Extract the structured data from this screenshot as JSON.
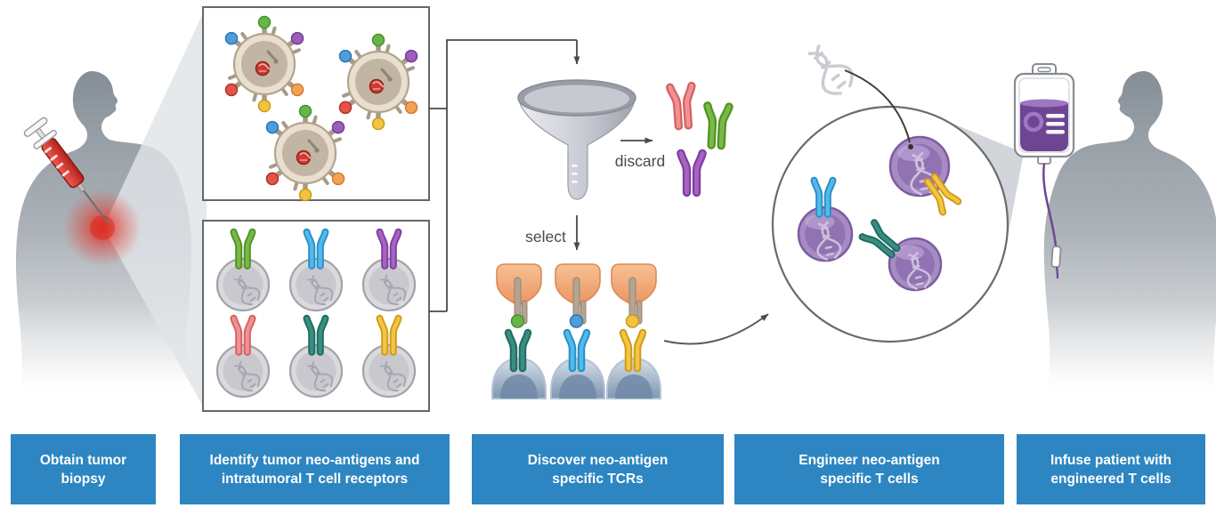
{
  "workflow_steps": [
    {
      "line1": "Obtain tumor",
      "line2": "biopsy"
    },
    {
      "line1": "Identify tumor neo-antigens and",
      "line2": "intratumoral T cell receptors"
    },
    {
      "line1": "Discover neo-antigen",
      "line2": "specific TCRs"
    },
    {
      "line1": "Engineer neo-antigen",
      "line2": "specific T cells"
    },
    {
      "line1": "Infuse patient with",
      "line2": "engineered T cells"
    }
  ],
  "funnel_labels": {
    "discard": "discard",
    "select": "select"
  },
  "palette": {
    "step_bar_blue": "#2d86c2",
    "step_text_white": "#ffffff",
    "box_border_gray": "#666666",
    "line_gray": "#4a4a4a",
    "silhouette_gray": "#8a939a",
    "tumor_glow_red": "#e0281c",
    "syringe_red": "#d8352a",
    "tumor_cell_tan": "#e9dfcf",
    "tumor_cell_inner": "#cfc2ae",
    "tumor_dna_red": "#cc3b31",
    "t_cell_gray": "#dadade",
    "t_cell_inner": "#c8c8ce",
    "engineered_cell_purple": "#a78cc3",
    "engineered_cell_inner": "#9172b2",
    "iv_fluid_purple": "#6d4593",
    "funnel_gray": "#c3c6cd",
    "assay_cell_orange": "#f2a878",
    "assay_peg_tan": "#b3a493",
    "assay_dome_blue": "#8ea6c0",
    "dna_icon_gray": "#c9cdd2"
  },
  "receptor_palette": {
    "green": {
      "fill": "#79b84a",
      "stroke": "#51921f"
    },
    "light-blue": {
      "fill": "#55b8ec",
      "stroke": "#2590c4"
    },
    "purple": {
      "fill": "#a862c2",
      "stroke": "#7f3da0"
    },
    "pink": {
      "fill": "#f19292",
      "stroke": "#d55f62"
    },
    "teal": {
      "fill": "#3a8d82",
      "stroke": "#206b61"
    },
    "yellow": {
      "fill": "#f4c544",
      "stroke": "#cf9b16"
    }
  },
  "antigen_palette": {
    "green": {
      "fill": "#67b54b",
      "stroke": "#43932a"
    },
    "purple": {
      "fill": "#9a5fb8",
      "stroke": "#763c96"
    },
    "orange": {
      "fill": "#f2a159",
      "stroke": "#d07a2e"
    },
    "yellow": {
      "fill": "#f1c33e",
      "stroke": "#c8991a"
    },
    "red": {
      "fill": "#e25449",
      "stroke": "#b52f24"
    },
    "blue": {
      "fill": "#4d9eda",
      "stroke": "#2a77b4"
    }
  },
  "tumor_cells": {
    "count": 3,
    "antigens_per_cell": [
      "green",
      "purple",
      "orange",
      "yellow",
      "red",
      "blue"
    ]
  },
  "t_cells": {
    "count": 6,
    "receptors": [
      "green",
      "light-blue",
      "purple",
      "pink",
      "teal",
      "yellow"
    ]
  },
  "discarded_tcrs": [
    "pink",
    "green",
    "purple"
  ],
  "selected_pairs": [
    {
      "tcr": "teal",
      "antigen": "green"
    },
    {
      "tcr": "light-blue",
      "antigen": "blue"
    },
    {
      "tcr": "yellow",
      "antigen": "yellow"
    }
  ],
  "engineered_t_cells": {
    "count": 3,
    "receptors": [
      "light-blue",
      "yellow",
      "teal"
    ]
  }
}
